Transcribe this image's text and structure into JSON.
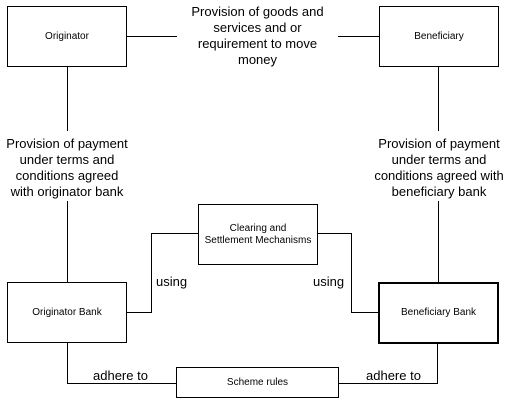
{
  "nodes": {
    "originator": "Originator",
    "beneficiary": "Beneficiary",
    "clearing": "Clearing and\nSettlement Mechanisms",
    "originator_bank": "Originator Bank",
    "beneficiary_bank": "Beneficiary Bank",
    "scheme_rules": "Scheme rules"
  },
  "edges": {
    "top": "Provision of goods and\nservices and or\nrequirement to move\nmoney",
    "left": "Provision of payment\nunder terms and\nconditions agreed\nwith originator bank",
    "right": "Provision of payment\nunder terms and\nconditions agreed with\nbeneficiary bank",
    "using_left": "using",
    "using_right": "using",
    "adhere_left": "adhere to",
    "adhere_right": "adhere to"
  }
}
